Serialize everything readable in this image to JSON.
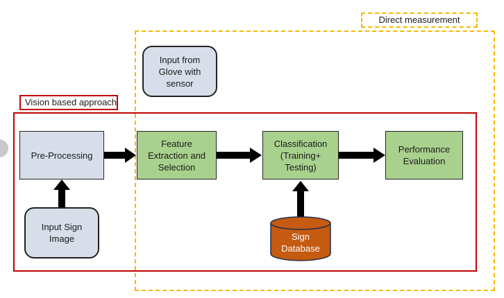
{
  "labels": {
    "direct_measurement": "Direct measurement",
    "vision_approach": "Vision based approach"
  },
  "boxes": {
    "glove": "Input from Glove with sensor",
    "preprocessing": "Pre-Processing",
    "feature": "Feature Extraction and Selection",
    "classification": "Classification (Training+ Testing)",
    "performance": "Performance Evaluation",
    "input_image": "Input Sign Image",
    "database": "Sign Database"
  },
  "colors": {
    "vision_border": "#c00000",
    "direct_border": "#f5b800",
    "process_fill": "#a9d18e",
    "input_fill": "#d7dee9",
    "database_fill": "#c55a11"
  }
}
